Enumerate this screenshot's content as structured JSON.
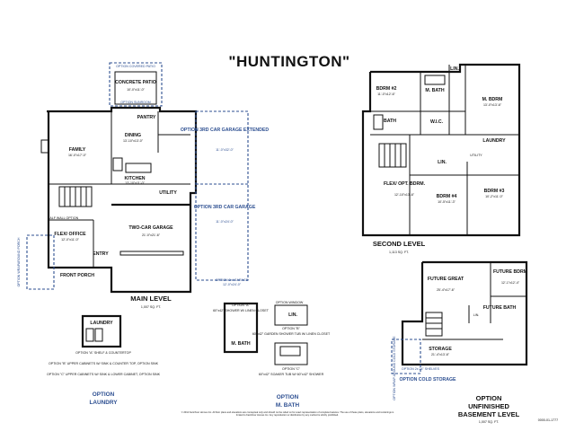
{
  "title": "\"HUNTINGTON\"",
  "main_level": {
    "caption": "MAIN LEVEL",
    "sqft": "1,007 SQ. FT.",
    "rooms": {
      "option_covered_patio": "OPTION COVERED PATIO",
      "concrete_patio": "CONCRETE PATIO",
      "concrete_patio_dim": "10'-0\"x11'-0\"",
      "option_sunroom": "OPTION SUNROOM",
      "dining": "DINING",
      "dining_dim": "13'-10\"x13'-0\"",
      "pantry": "PANTRY",
      "family": "FAMILY",
      "family_dim": "16'-0\"x17'-0\"",
      "kitchen": "KITCHEN",
      "kitchen_dim": "13'-10\"x11'-0\"",
      "utility": "UTILITY",
      "half_wall": "HALF WALL OPTION",
      "flex_office": "FLEX/ OFFICE",
      "flex_office_dim": "12'-0\"x11'-0\"",
      "entry": "ENTRY",
      "front_porch": "FRONT PORCH",
      "two_car_garage": "TWO-CAR GARAGE",
      "two_car_garage_dim": "21'-0\"x21'-6\"",
      "option_wraparound_porch": "OPTION WRAPAROUND PORCH",
      "option_3rd_car_extended": "OPTION 3RD CAR GARAGE EXTENDED",
      "option_3rd_car_extended_dim": "11'-0\"x32'-0\"",
      "option_garage": "OPTION 3RD CAR GARAGE",
      "option_garage_dim": "11'-0\"x24'-0\"",
      "option_3rd_garage_bottom": "OPTION 3rd GARAGE",
      "option_3rd_garage_bottom_dim": "12'-0\"x24'-0\""
    }
  },
  "second_level": {
    "caption": "SECOND LEVEL",
    "sqft": "1,113 SQ. FT.",
    "rooms": {
      "bdrm2": "BDRM #2",
      "bdrm2_dim": "11'-0\"x12'-6\"",
      "lin_top": "LIN.",
      "m_bath": "M. BATH",
      "m_bdrm": "M. BDRM",
      "m_bdrm_dim": "13'-0\"x13'-6\"",
      "bath": "BATH",
      "wic": "W.I.C.",
      "laundry": "LAUNDRY",
      "lin_mid": "LIN.",
      "utility": "UTILITY",
      "flex_opt": "FLEX/ OPT. BDRM.",
      "flex_opt_dim": "12'-10\"x13'-6\"",
      "bdrm4": "BDRM #4",
      "bdrm4_dim": "10'-5\"x11'-3\"",
      "bdrm3": "BDRM #3",
      "bdrm3_dim": "10'-2\"x11'-0\""
    }
  },
  "basement": {
    "caption_1": "OPTION",
    "caption_2": "UNFINISHED",
    "caption_3": "BASEMENT LEVEL",
    "sqft": "1,007 SQ. FT.",
    "rooms": {
      "future_great": "FUTURE GREAT",
      "future_great_dim": "25'-4\"x17'-6\"",
      "future_bdrm": "FUTURE BDRM",
      "future_bdrm_dim": "12'-1\"x12'-4\"",
      "future_bath": "FUTURE BATH",
      "lin": "LIN.",
      "storage": "STORAGE",
      "storage_dim": "21'-4\"x13'-6\"",
      "option_shelves": "OPTION 2x 24\" SHELVES",
      "option_cold_storage": "OPTION COLD STORAGE",
      "option_wrap_around": "OPTION WRAP AROUND COLD STORAGE"
    }
  },
  "laundry_option": {
    "title_1": "OPTION",
    "title_2": "LAUNDRY",
    "label": "LAUNDRY",
    "note_a": "OPTION \"A\" SHELF & COUNTERTOP",
    "note_b": "OPTION \"B\" UPPER CABINETS W/ SINK & COUNTER TOP, OPTION SINK",
    "note_c": "OPTION \"C\" UPPER CABINETS W/ SINK & LOWER CABINET, OPTION SINK"
  },
  "bath_option": {
    "title_1": "OPTION",
    "title_2": "M. BATH",
    "opt_a": "OPTION \"A\"",
    "opt_a_text": "60\"x42\" SHOWER W/ LINEN CLOSET",
    "opt_b": "OPTION \"B\"",
    "opt_b_text": "60\"x42\" GARDEN SHOWER TUB W/ LINEN CLOSET",
    "opt_c": "OPTION \"C\"",
    "opt_c_text": "60\"x42\" SOAKER TUB W/ 60\"x42\" SHOWER",
    "m_bath": "M. BATH",
    "lin": "LIN.",
    "option_window": "OPTION WINDOW"
  },
  "copyright": "© 2012 Kartchner Homes Inc. All floor plans and elevations are conceptual only and should not be relied on for exact representation of complete features. The use of these plans, elevations and renderings is limited to Kartchner Homes Inc. Any reproduction or distribution by any method is strictly prohibited.",
  "plan_code": "0000-01-1777",
  "colors": {
    "ink": "#111111",
    "option_blue": "#2d4f91"
  }
}
